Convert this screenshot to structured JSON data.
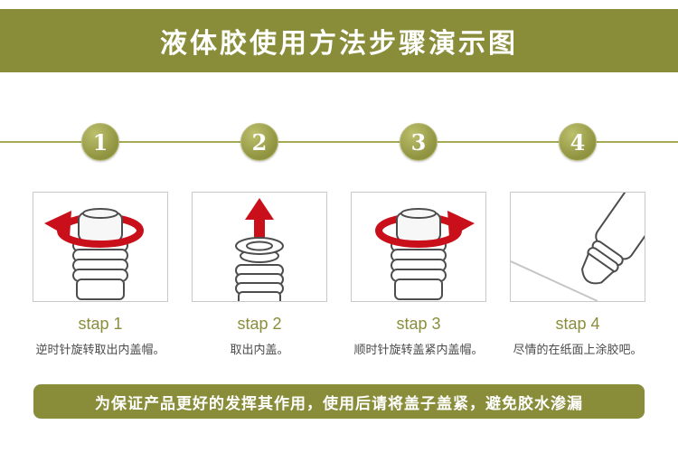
{
  "header": {
    "title": "液体胶使用方法步骤演示图"
  },
  "steps": [
    {
      "number": "1",
      "label": "stap 1",
      "caption": "逆时针旋转取出内盖帽。",
      "illustration": "cap-rotate-counterclockwise"
    },
    {
      "number": "2",
      "label": "stap 2",
      "caption": "取出内盖。",
      "illustration": "inner-cap-lift-up"
    },
    {
      "number": "3",
      "label": "stap 3",
      "caption": "顺时针旋转盖紧内盖帽。",
      "illustration": "cap-rotate-clockwise"
    },
    {
      "number": "4",
      "label": "stap 4",
      "caption": "尽情的在纸面上涂胶吧。",
      "illustration": "apply-glue-on-paper"
    }
  ],
  "footer": {
    "note": "为保证产品更好的发挥其作用，使用后请将盖子盖紧，避免胶水渗漏"
  },
  "colors": {
    "olive": "#898d3a",
    "olive_light": "#bcc06c",
    "arrow_red": "#c9101a",
    "caption_text": "#4a4a4a",
    "box_border": "#c9c9c9"
  }
}
